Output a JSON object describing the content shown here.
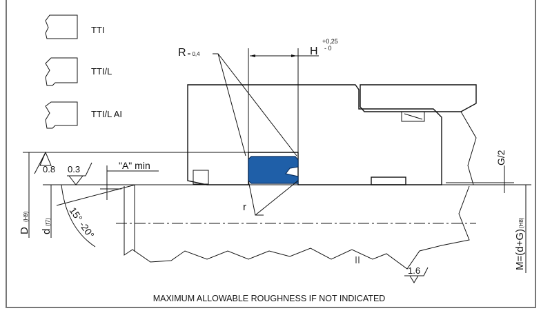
{
  "legend": [
    {
      "label": "TTI"
    },
    {
      "label": "TTI/L"
    },
    {
      "label": "TTI/L AI"
    }
  ],
  "dimensions": {
    "R": "R",
    "R_value": "= 0,4",
    "H": "H",
    "H_tol_plus": "+0,25",
    "H_tol_minus": "- 0",
    "A_min": "\"A\" min",
    "D": "D",
    "D_fit": "(H9)",
    "d": "d",
    "d_fit": "(f7)",
    "angle": "15° -20°",
    "r": "r",
    "G_half": "G/2",
    "M": "M=(d+G)",
    "M_fit": "(H8)"
  },
  "roughness": {
    "bore": "0.8",
    "chamfer": "0.3",
    "rod": "1.6"
  },
  "footer_note": "MAXIMUM ALLOWABLE ROUGHNESS IF NOT INDICATED",
  "colors": {
    "seal": "#1f5fa8",
    "line": "#111111"
  }
}
